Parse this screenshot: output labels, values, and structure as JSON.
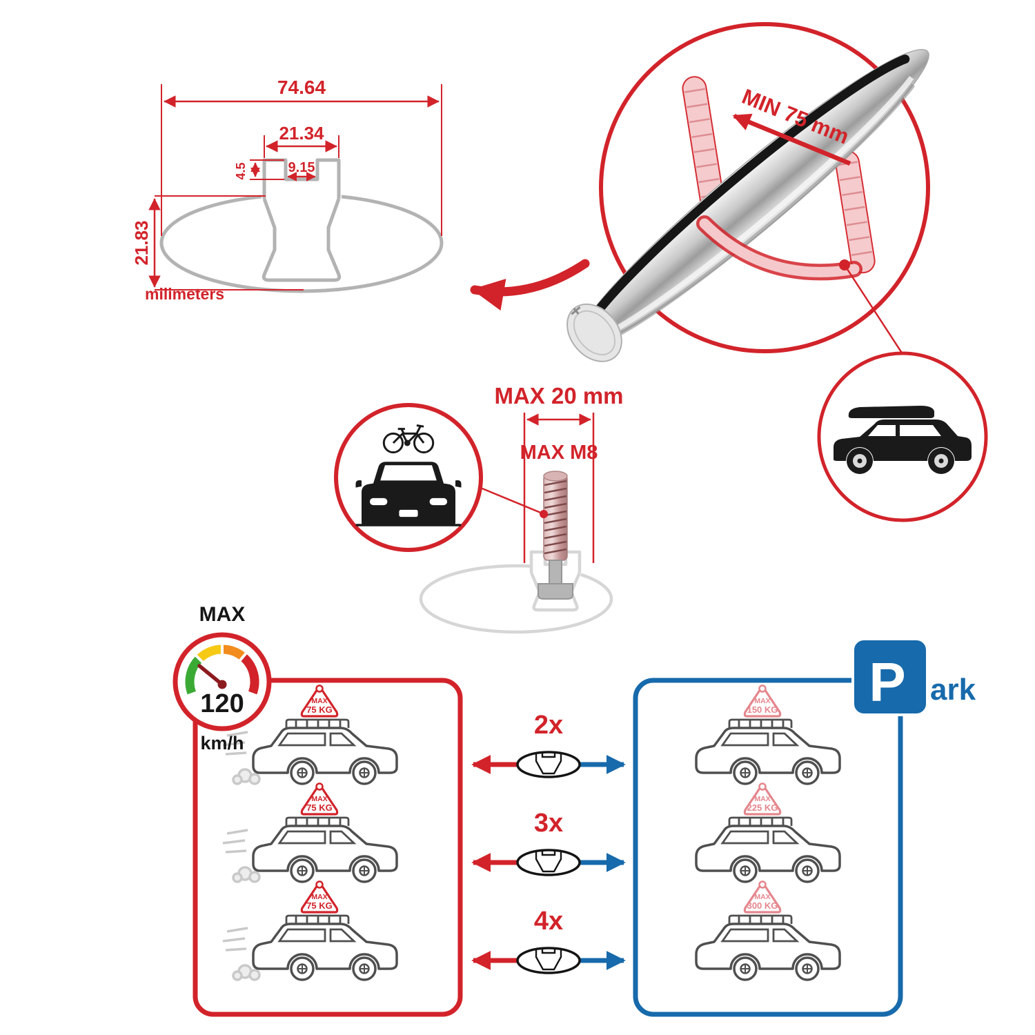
{
  "colors": {
    "red": "#d2232a",
    "blue": "#176aab",
    "pink": "#e5868d",
    "drawing_gray": "#b3b3b3",
    "dark": "#161616",
    "gauge_green": "#3aaa35",
    "gauge_yellow": "#f6c915",
    "gauge_orange": "#f28c1e"
  },
  "profile_drawing": {
    "total_width": "74.64",
    "slot_outer_width": "21.34",
    "slot_inner_width": "9.15",
    "lip_height": "4.5",
    "total_height": "21.83",
    "units_label": "milimeters"
  },
  "crossbar_detail": {
    "min_clamp_span": "MIN 75 mm"
  },
  "bolt_detail": {
    "max_width": "MAX 20 mm",
    "max_thread": "MAX M8"
  },
  "speed_limit": {
    "label": "MAX",
    "value": "120",
    "units": "km/h"
  },
  "driving_panel": {
    "cars": [
      {
        "max_label": "MAX",
        "load": "75 KG"
      },
      {
        "max_label": "MAX",
        "load": "75 KG"
      },
      {
        "max_label": "MAX",
        "load": "75 KG"
      }
    ]
  },
  "parking_panel": {
    "sign_letter": "P",
    "sign_rest": "ark",
    "cars": [
      {
        "max_label": "MAX",
        "load": "150 KG"
      },
      {
        "max_label": "MAX",
        "load": "225 KG"
      },
      {
        "max_label": "MAX",
        "load": "300 KG"
      }
    ]
  },
  "bar_quantities": [
    {
      "label": "2x"
    },
    {
      "label": "3x"
    },
    {
      "label": "4x"
    }
  ]
}
